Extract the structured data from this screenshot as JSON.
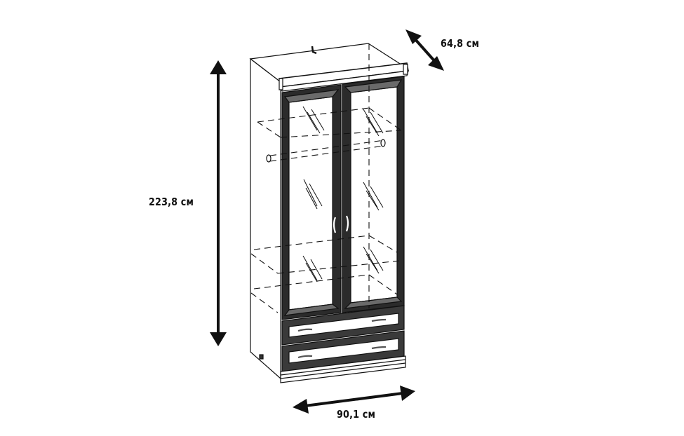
{
  "diagram": {
    "subject": "Wardrobe with two glass doors and two drawers",
    "dimensions": {
      "height": {
        "label": "223,8 см",
        "value": 223.8,
        "unit": "см"
      },
      "depth": {
        "label": "64,8 см",
        "value": 64.8,
        "unit": "см"
      },
      "width": {
        "label": "90,1 см",
        "value": 90.1,
        "unit": "см"
      }
    },
    "colors": {
      "line": "#111111",
      "frame": "#2b2b2b",
      "frame_shade": "#6a6a6a",
      "background": "#ffffff"
    }
  }
}
